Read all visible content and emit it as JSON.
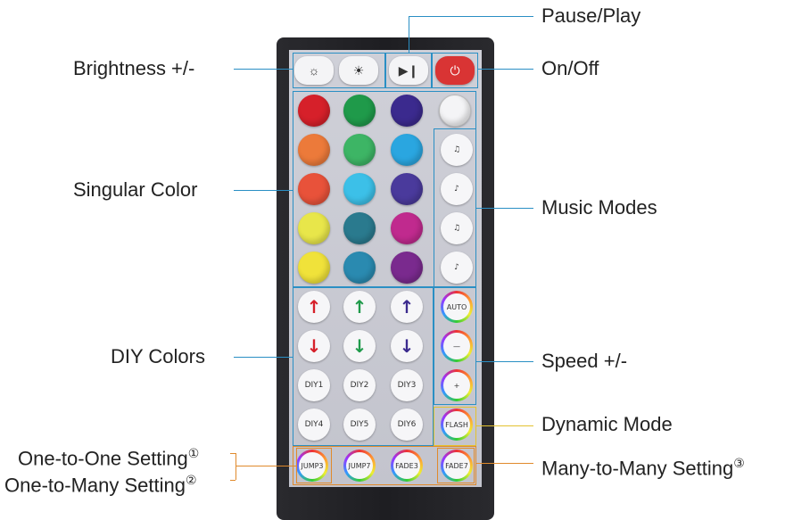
{
  "labels": {
    "pause_play": "Pause/Play",
    "brightness": "Brightness +/-",
    "on_off": "On/Off",
    "singular_color": "Singular Color",
    "music_modes": "Music Modes",
    "diy_colors": "DIY Colors",
    "speed": "Speed +/-",
    "dynamic_mode": "Dynamic Mode",
    "one_to_one": "One-to-One Setting",
    "one_to_one_num": "①",
    "one_to_many": "One-to-Many Setting",
    "one_to_many_num": "②",
    "many_to_many": "Many-to-Many Setting",
    "many_to_many_num": "③"
  },
  "top_buttons": [
    "brightness-up-icon",
    "brightness-down-icon",
    "play-pause-icon",
    "power-icon"
  ],
  "colors": {
    "row1": [
      "#d6202a",
      "#1f9a4a",
      "#3b2a8e",
      "#f6f6f8"
    ],
    "row2": [
      "#ec7a3a",
      "#3db565",
      "#2aa6e0"
    ],
    "row3": [
      "#e8523a",
      "#3cc0e8",
      "#4a3a9c"
    ],
    "row4": [
      "#e8e64a",
      "#2a7a8e",
      "#c02a8e"
    ],
    "row5": [
      "#f0e23a",
      "#2a8ab0",
      "#7a2a8e"
    ]
  },
  "music_buttons": [
    "music-mode-1-icon",
    "music-mode-2-icon",
    "music-mode-3-icon",
    "music-mode-4-icon"
  ],
  "diy": {
    "up_arrows": [
      "↑",
      "↑",
      "↑"
    ],
    "up_colors": [
      "#d6202a",
      "#1f9a4a",
      "#3b2a8e"
    ],
    "down_arrows": [
      "↓",
      "↓",
      "↓"
    ],
    "down_colors": [
      "#d6202a",
      "#1f9a4a",
      "#3b2a8e"
    ],
    "row3": [
      "DIY1",
      "DIY2",
      "DIY3"
    ],
    "row4": [
      "DIY4",
      "DIY5",
      "DIY6"
    ]
  },
  "side_buttons": [
    "AUTO",
    "—",
    "+",
    "FLASH"
  ],
  "bottom_buttons": [
    "JUMP3",
    "JUMP7",
    "FADE3",
    "FADE7"
  ],
  "accent_colors": {
    "callout": "#2a8fc4",
    "orange": "#e08a2c",
    "yellow": "#e3c230"
  }
}
